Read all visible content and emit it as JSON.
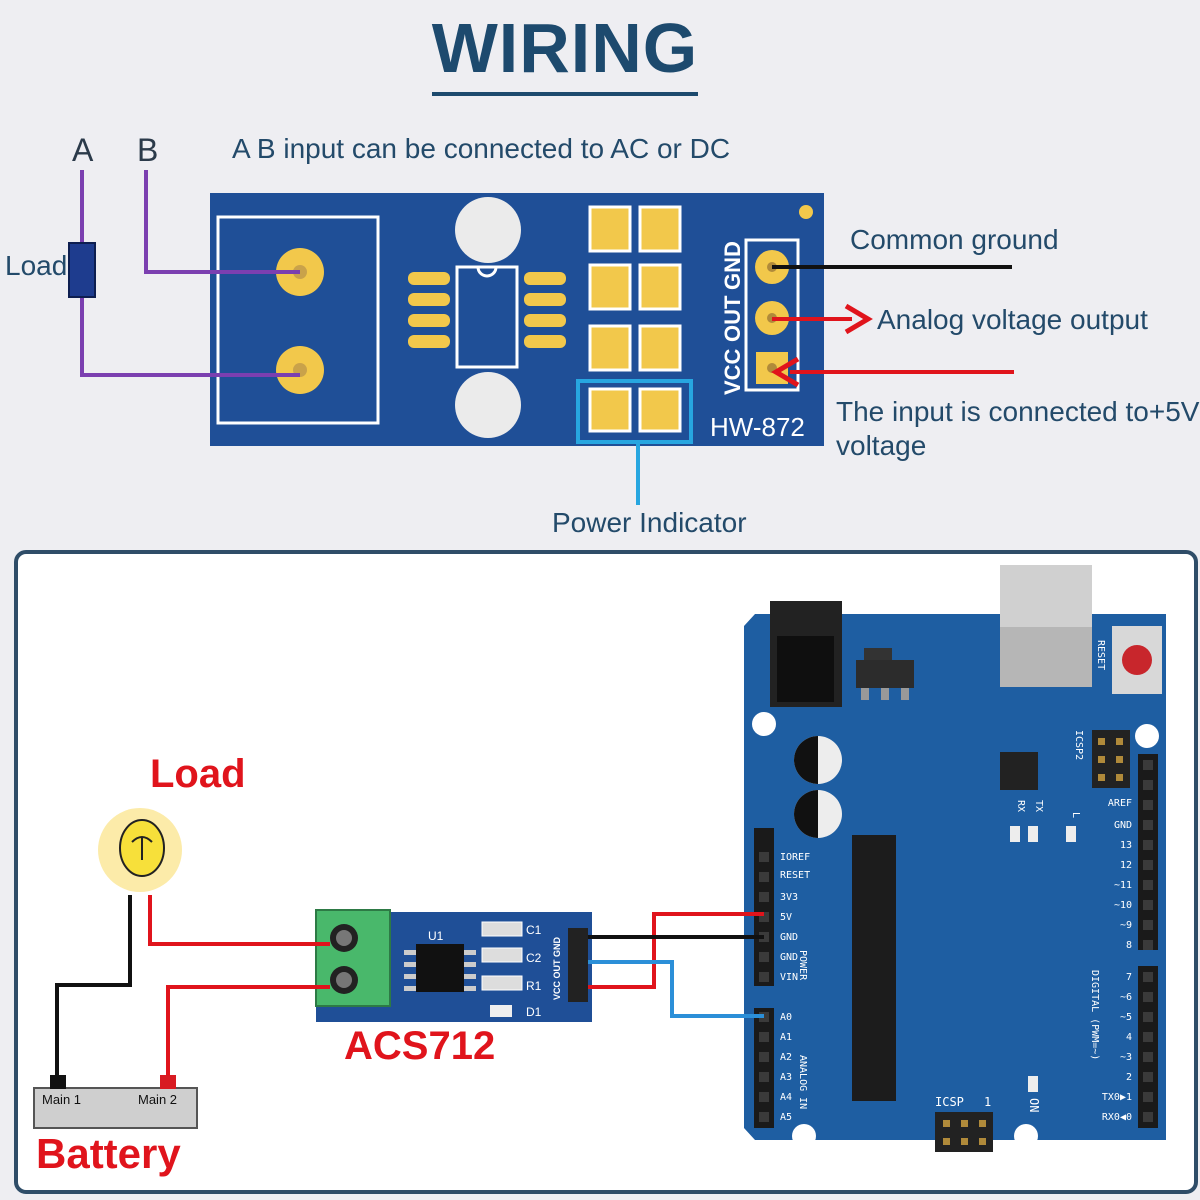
{
  "title": "WIRING",
  "top": {
    "terminal_a": "A",
    "terminal_b": "B",
    "ab_note": "A B input can be connected to AC or DC",
    "load_label": "Load",
    "board_model": "HW-872",
    "pin_gnd": "GND",
    "pin_out": "OUT",
    "pin_vcc": "VCC",
    "common_ground": "Common ground",
    "analog_output": "Analog voltage output",
    "input_5v_line1": "The input is connected to+5V",
    "input_5v_line2": "voltage",
    "power_indicator": "Power Indicator"
  },
  "bottom": {
    "load_label": "Load",
    "module_label": "ACS712",
    "battery_label": "Battery",
    "battery_main1": "Main 1",
    "battery_main2": "Main 2",
    "module_u1": "U1",
    "module_c1": "C1",
    "module_c2": "C2",
    "module_r1": "R1",
    "module_d1": "D1",
    "module_pins": "VCC OUT GND",
    "arduino": {
      "reset": "RESET",
      "icsp2": "ICSP2",
      "icsp": "ICSP",
      "aref": "AREF",
      "gnd": "GND",
      "d13": "13",
      "d12": "12",
      "d11": "~11",
      "d10": "~10",
      "d9": "~9",
      "d8": "8",
      "d7": "7",
      "d6": "~6",
      "d5": "~5",
      "d4": "4",
      "d3": "~3",
      "d2": "2",
      "tx1": "TX0▶1",
      "rx0": "RX0◀0",
      "digital": "DIGITAL (PWM=~)",
      "ioref": "IOREF",
      "reset_pin": "RESET",
      "v33": "3V3",
      "v5": "5V",
      "gnd1": "GND",
      "gnd2": "GND",
      "vin": "VIN",
      "power": "POWER",
      "a0": "A0",
      "a1": "A1",
      "a2": "A2",
      "a3": "A3",
      "a4": "A4",
      "a5": "A5",
      "analog_in": "ANALOG IN",
      "tx": "TX",
      "rx": "RX",
      "l": "L",
      "on": "ON",
      "one": "1"
    }
  },
  "colors": {
    "title": "#1d4a6e",
    "pcb": "#1f4f97",
    "arduino": "#1e5ea2",
    "wire_red": "#e0141c",
    "wire_black": "#111111",
    "wire_blue": "#2b8fd8",
    "wire_purple": "#7b3fb0",
    "indicator": "#27a6e0"
  }
}
